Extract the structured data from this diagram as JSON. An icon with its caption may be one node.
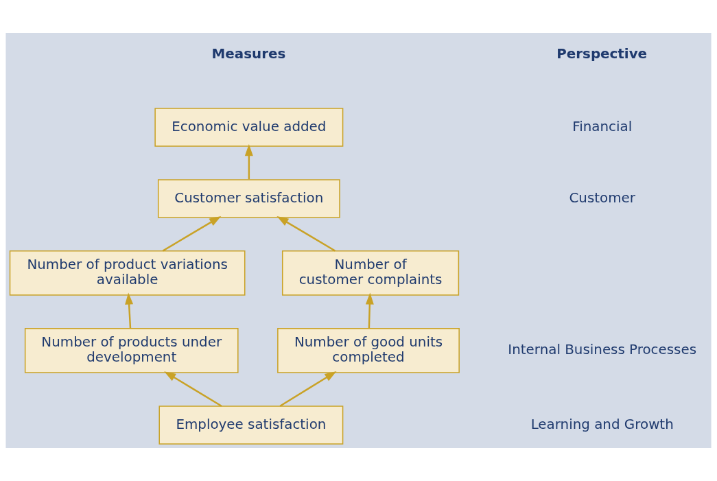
{
  "diagram": {
    "nodes": [
      {
        "text": [
          "Economic value added"
        ]
      },
      {
        "text": [
          "Customer satisfaction"
        ]
      },
      {
        "text": [
          "Number of product variations available"
        ]
      },
      {
        "text": [
          "Number of customer complaints"
        ]
      },
      {
        "text": [
          "Number of products under development"
        ]
      },
      {
        "text": [
          "Number of good units completed"
        ]
      },
      {
        "text": [
          "Employee satisfaction"
        ]
      }
    ],
    "edges": [
      {
        "from": 1,
        "to": 0,
        "arrow": "to"
      },
      {
        "from": 2,
        "to": 1,
        "arrow": "to"
      },
      {
        "from": 3,
        "to": 1,
        "arrow": "to"
      },
      {
        "from": 4,
        "to": 2,
        "arrow": "to"
      },
      {
        "from": 5,
        "to": 3,
        "arrow": "to"
      },
      {
        "from": 6,
        "to": 4,
        "arrow": "to"
      },
      {
        "from": 6,
        "to": 5,
        "arrow": "to"
      }
    ],
    "labels": [
      "Perspective",
      "Measures",
      "Financial",
      "Customer",
      "Internal Business Processes",
      "Learning and Growth"
    ]
  }
}
